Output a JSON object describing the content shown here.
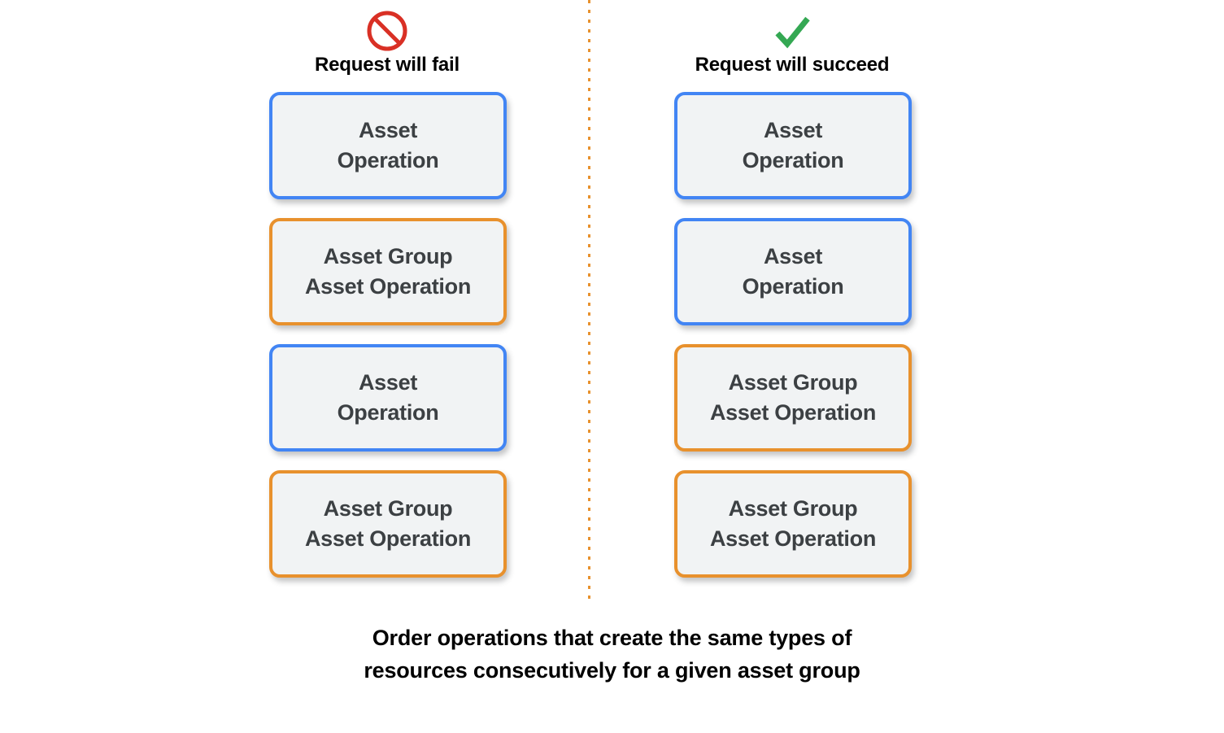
{
  "diagram": {
    "title_caption": {
      "line1": "Order operations that create the same types of",
      "line2": "resources consecutively for a given asset group"
    },
    "divider": {
      "style": "dotted",
      "color": "#e8912d"
    },
    "colors": {
      "blue_border": "#4285f4",
      "orange_border": "#e8912d",
      "box_fill": "#f1f3f4",
      "box_text": "#3c4043",
      "fail_icon": "#d93025",
      "success_icon": "#34a853",
      "background": "#ffffff"
    },
    "columns": [
      {
        "id": "fail",
        "icon": "prohibition-icon",
        "icon_color": "#d93025",
        "header_label": "Request will fail",
        "boxes": [
          {
            "variant": "blue",
            "lines": [
              "Asset",
              "Operation"
            ]
          },
          {
            "variant": "orange",
            "lines": [
              "Asset Group",
              "Asset Operation"
            ]
          },
          {
            "variant": "blue",
            "lines": [
              "Asset",
              "Operation"
            ]
          },
          {
            "variant": "orange",
            "lines": [
              "Asset Group",
              "Asset Operation"
            ]
          }
        ]
      },
      {
        "id": "succeed",
        "icon": "checkmark-icon",
        "icon_color": "#34a853",
        "header_label": "Request will succeed",
        "boxes": [
          {
            "variant": "blue",
            "lines": [
              "Asset",
              "Operation"
            ]
          },
          {
            "variant": "blue",
            "lines": [
              "Asset",
              "Operation"
            ]
          },
          {
            "variant": "orange",
            "lines": [
              "Asset Group",
              "Asset Operation"
            ]
          },
          {
            "variant": "orange",
            "lines": [
              "Asset Group",
              "Asset Operation"
            ]
          }
        ]
      }
    ]
  }
}
